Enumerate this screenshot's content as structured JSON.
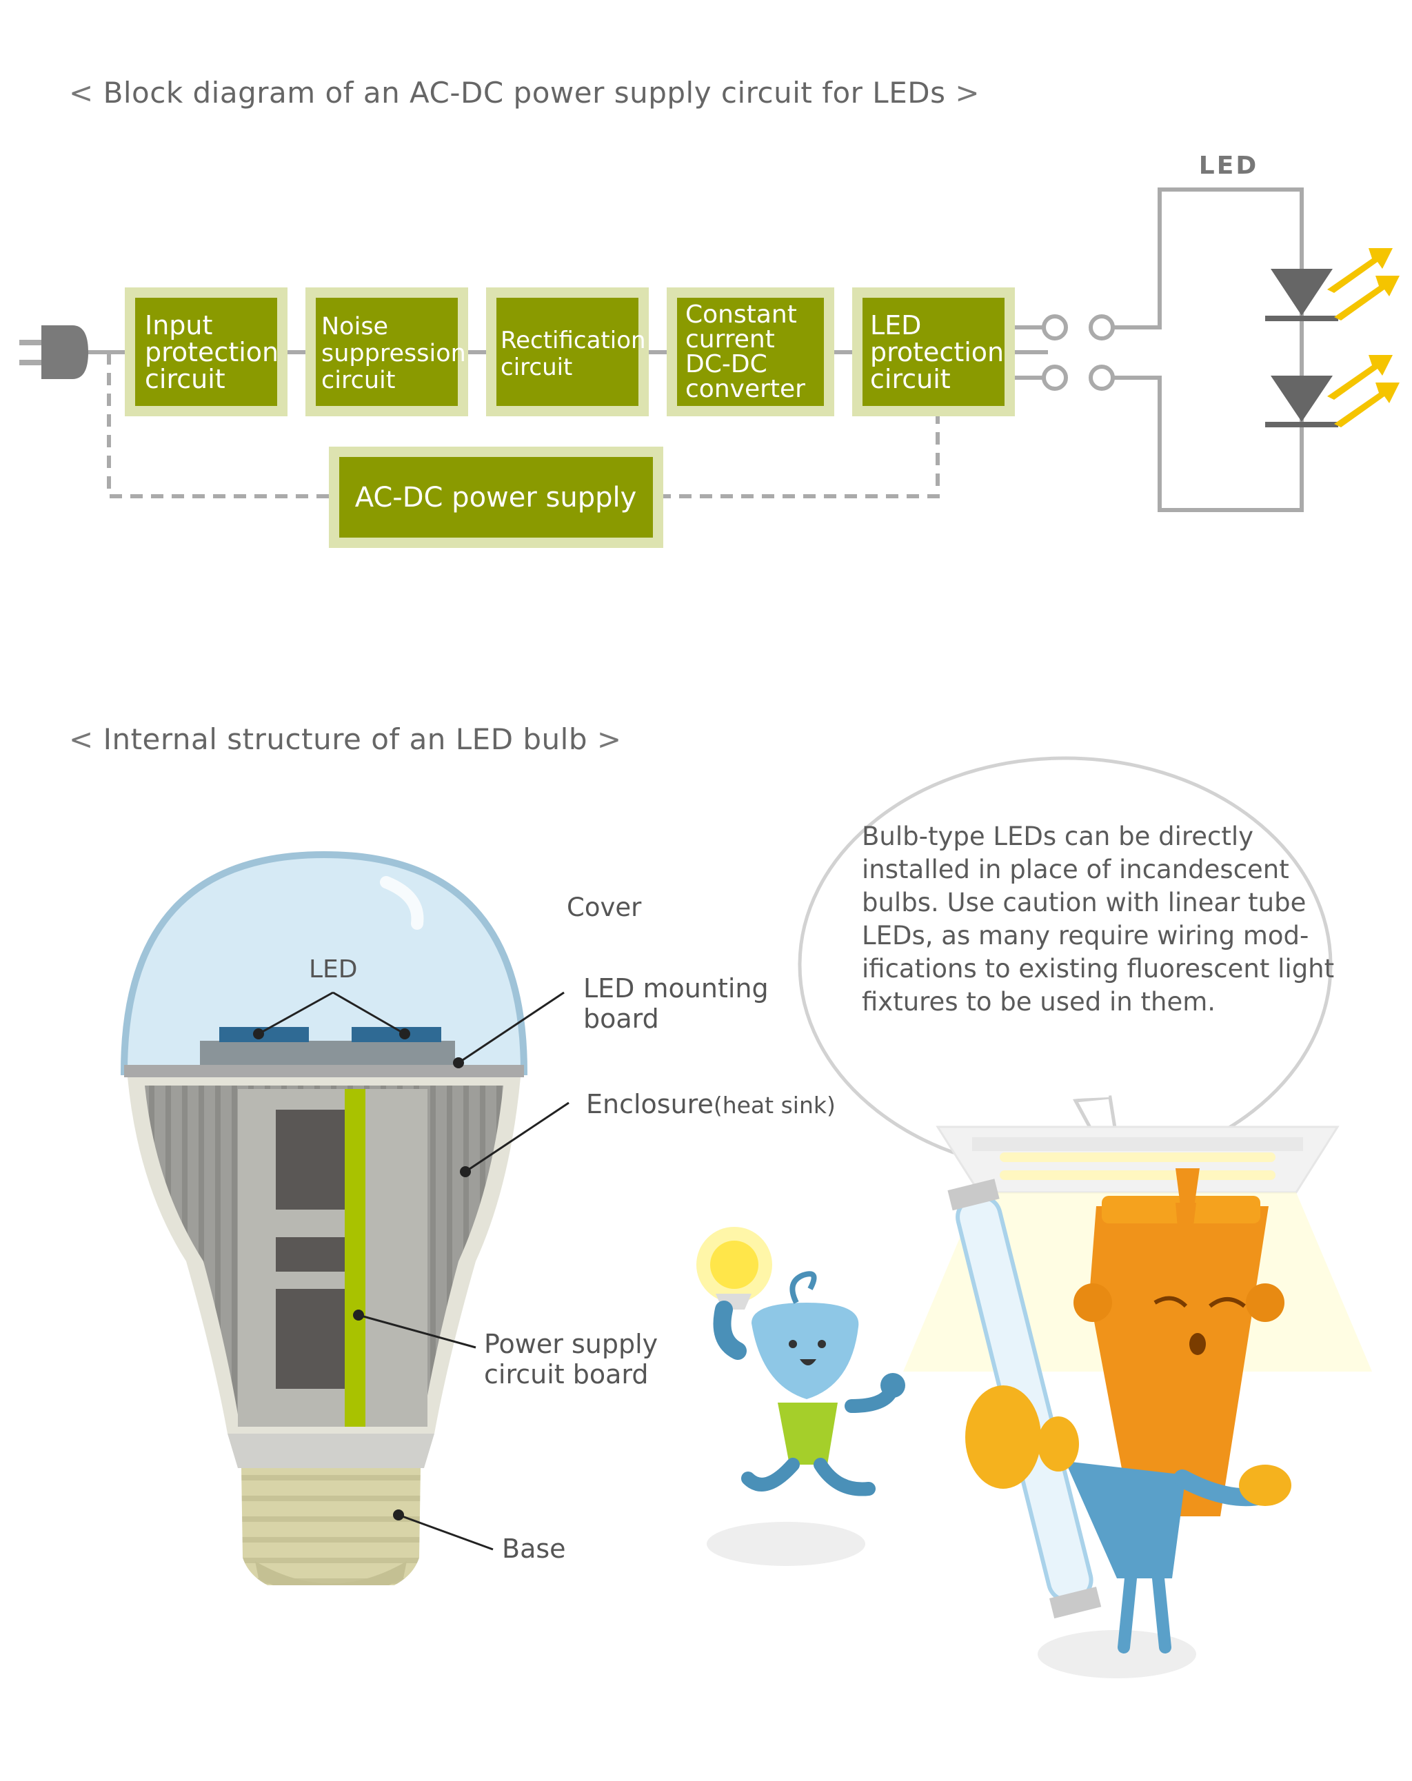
{
  "section1": {
    "title_open": "<",
    "title": "Block diagram of an AC-DC power supply circuit for LEDs",
    "title_close": ">",
    "blocks": [
      {
        "lines": [
          "Input",
          "protection",
          "circuit"
        ]
      },
      {
        "lines": [
          "Noise",
          "suppression",
          "circuit"
        ]
      },
      {
        "lines": [
          "Rectification",
          "circuit"
        ]
      },
      {
        "lines": [
          "Constant",
          "current",
          "DC-DC",
          "converter"
        ]
      },
      {
        "lines": [
          "LED",
          "protection",
          "circuit"
        ]
      }
    ],
    "power_supply_label": "AC-DC power supply",
    "led_label": "LED"
  },
  "section2": {
    "title_open": "<",
    "title": "Internal structure of an LED bulb",
    "title_close": ">",
    "labels": {
      "cover": "Cover",
      "led": "LED",
      "led_mounting_board_1": "LED mounting",
      "led_mounting_board_2": "board",
      "enclosure": "Enclosure",
      "heat_sink": "(heat sink)",
      "power_supply_board_1": "Power supply",
      "power_supply_board_2": "circuit board",
      "base": "Base"
    },
    "speech_bubble": "Bulb-type LEDs can be directly installed in place of incandescent bulbs. Use caution with linear tube LEDs, as many require wiring mod-ifications to existing fluorescent light fixtures to be used in them."
  },
  "colors": {
    "block_fill": "#8a9a00",
    "block_border": "#dde3b0",
    "wire": "#aaaaaa",
    "led_fill": "#666666",
    "ray": "#f5c400"
  }
}
